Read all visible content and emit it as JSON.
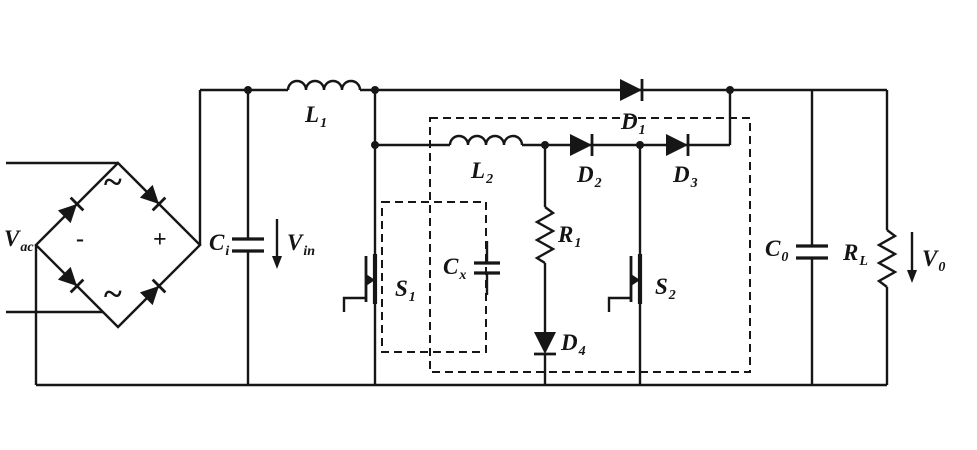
{
  "palette": {
    "background": "#ffffff",
    "ink": "#161616"
  },
  "labels": {
    "vac": {
      "base": "V",
      "sub": "ac"
    },
    "bridge_minus": {
      "base": "-"
    },
    "bridge_plus": {
      "base": "+"
    },
    "ac_wave_top": {
      "base": "~"
    },
    "ac_wave_bottom": {
      "base": "~"
    },
    "ci": {
      "base": "C",
      "sub": "i"
    },
    "vin": {
      "base": "V",
      "sub": "in"
    },
    "l1": {
      "base": "L",
      "sub": "1"
    },
    "s1": {
      "base": "S",
      "sub": "1"
    },
    "cx": {
      "base": "C",
      "sub": "x"
    },
    "l2": {
      "base": "L",
      "sub": "2"
    },
    "d1": {
      "base": "D",
      "sub": "1"
    },
    "d2": {
      "base": "D",
      "sub": "2"
    },
    "d3": {
      "base": "D",
      "sub": "3"
    },
    "r1": {
      "base": "R",
      "sub": "1"
    },
    "d4": {
      "base": "D",
      "sub": "4"
    },
    "s2": {
      "base": "S",
      "sub": "2"
    },
    "c0": {
      "base": "C",
      "sub": "0"
    },
    "rl": {
      "base": "R",
      "sub": "L"
    },
    "v0": {
      "base": "V",
      "sub": "0"
    }
  }
}
